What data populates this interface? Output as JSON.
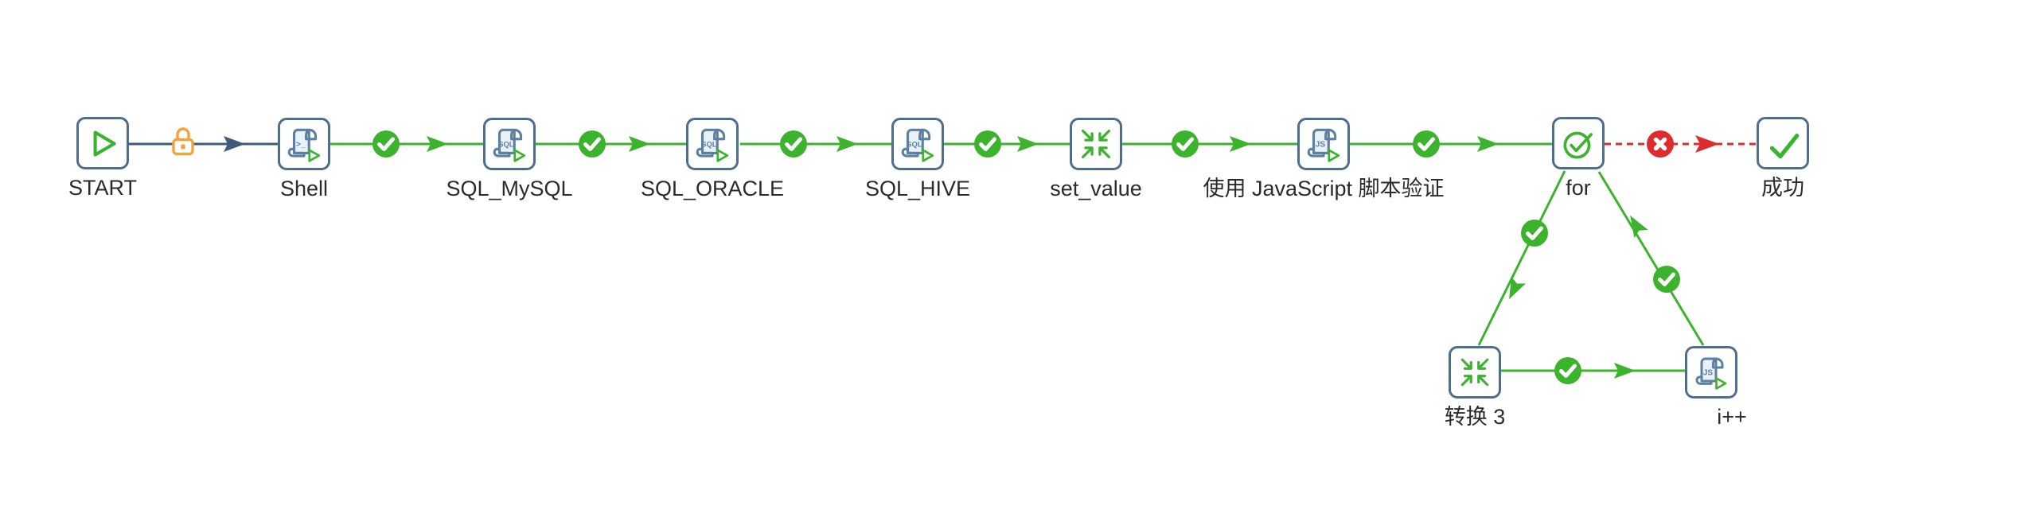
{
  "app": {
    "view": "job-workflow-canvas"
  },
  "workflow": {
    "nodes": [
      {
        "id": "start",
        "label": "START",
        "type": "start-entry"
      },
      {
        "id": "shell",
        "label": "Shell",
        "type": "shell-script-entry",
        "icon_text": ">_"
      },
      {
        "id": "sql_mysql",
        "label": "SQL_MySQL",
        "type": "sql-script-entry",
        "icon_text": "SQL"
      },
      {
        "id": "sql_oracle",
        "label": "SQL_ORACLE",
        "type": "sql-script-entry",
        "icon_text": "SQL"
      },
      {
        "id": "sql_hive",
        "label": "SQL_HIVE",
        "type": "sql-script-entry",
        "icon_text": "SQL"
      },
      {
        "id": "set_value",
        "label": "set_value",
        "type": "transformation-entry"
      },
      {
        "id": "js_validate",
        "label": "使用 JavaScript 脚本验证",
        "type": "javascript-script-entry",
        "icon_text": "JS"
      },
      {
        "id": "for",
        "label": "for",
        "type": "evaluation-entry"
      },
      {
        "id": "success",
        "label": "成功",
        "type": "success-entry"
      },
      {
        "id": "transform3",
        "label": "转换 3",
        "type": "transformation-entry"
      },
      {
        "id": "ipp",
        "label": "i++",
        "type": "javascript-script-entry",
        "icon_text": "JS"
      }
    ],
    "hops": [
      {
        "from": "START",
        "to": "Shell",
        "result": "unconditional",
        "locked": true
      },
      {
        "from": "Shell",
        "to": "SQL_MySQL",
        "result": "success"
      },
      {
        "from": "SQL_MySQL",
        "to": "SQL_ORACLE",
        "result": "success"
      },
      {
        "from": "SQL_ORACLE",
        "to": "SQL_HIVE",
        "result": "success"
      },
      {
        "from": "SQL_HIVE",
        "to": "set_value",
        "result": "success"
      },
      {
        "from": "set_value",
        "to": "使用 JavaScript 脚本验证",
        "result": "success"
      },
      {
        "from": "使用 JavaScript 脚本验证",
        "to": "for",
        "result": "success"
      },
      {
        "from": "for",
        "to": "成功",
        "result": "failure"
      },
      {
        "from": "for",
        "to": "转换 3",
        "result": "success"
      },
      {
        "from": "转换 3",
        "to": "i++",
        "result": "success"
      },
      {
        "from": "i++",
        "to": "for",
        "result": "success"
      }
    ]
  },
  "colors": {
    "success_green": "#3cb32c",
    "failure_red": "#df2b2b",
    "node_border_slate": "#4e6e8f",
    "icon_slate": "#5c80a1",
    "icon_fill": "#e9f2f9",
    "lock_orange": "#f2a33c",
    "unconditional_line": "#3e5c7a",
    "label_text": "#2b2b2b",
    "canvas_background": "#ffffff"
  }
}
